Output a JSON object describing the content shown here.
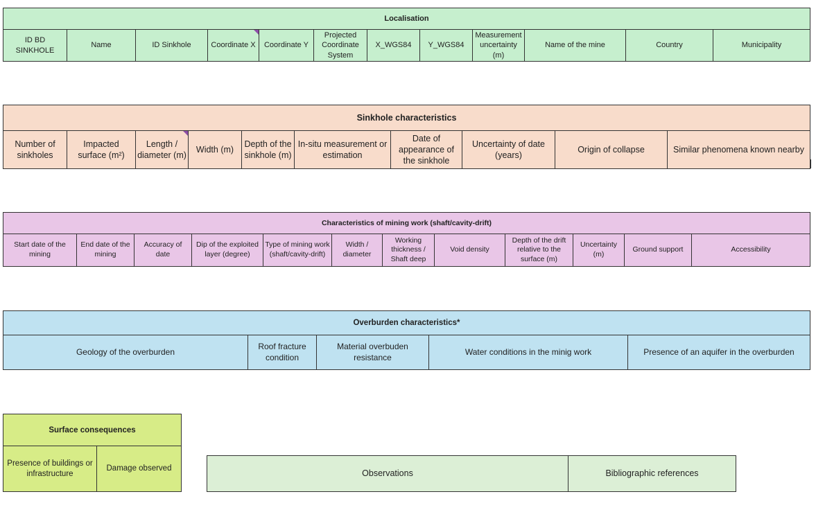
{
  "localisation": {
    "title": "Localisation",
    "columns": [
      "ID BD SINKHOLE",
      "Name",
      "ID Sinkhole",
      "Coordinate X",
      "Coordinate Y",
      "Projected Coordinate System",
      "X_WGS84",
      "Y_WGS84",
      "Measurement uncertainty (m)",
      "Name of the mine",
      "Country",
      "Municipality"
    ]
  },
  "sinkhole": {
    "title": "Sinkhole characteristics",
    "columns": [
      "Number of sinkholes",
      "Impacted surface (m²)",
      "Length / diameter (m)",
      "Width (m)",
      "Depth of the sinkhole (m)",
      "In-situ measurement or estimation",
      "Date of appearance of the sinkhole",
      "Uncertainty of date (years)",
      "Origin of collapse",
      "Similar phenomena known nearby"
    ]
  },
  "mining": {
    "title": "Characteristics of mining work (shaft/cavity-drift)",
    "columns": [
      "Start date of the mining",
      "End date of the mining",
      "Accuracy of date",
      "Dip of the exploited layer (degree)",
      "Type of mining work (shaft/cavity-drift)",
      "Width / diameter",
      "Working thickness / Shaft deep",
      "Void density",
      "Depth of the drift relative to the surface (m)",
      "Uncertainty (m)",
      "Ground support",
      "Accessibility"
    ]
  },
  "overburden": {
    "title": "Overburden characteristics*",
    "columns": [
      "Geology of the overburden",
      "Roof fracture condition",
      "Material overbuden resistance",
      "Water conditions in the minig work",
      "Presence of an aquifer in the overburden"
    ]
  },
  "surface": {
    "title": "Surface consequences",
    "columns": [
      "Presence of buildings or infrastructure",
      "Damage observed"
    ]
  },
  "notes": {
    "columns": [
      "Observations",
      "Bibliographic references"
    ]
  },
  "colors": {
    "localisation": "#c6efce",
    "sinkhole": "#f8dccb",
    "mining": "#e9c6e7",
    "overburden": "#bfe2f1",
    "surface": "#d7ec87",
    "notes": "#dcefd6",
    "comment_indicator": "#8e4fa8"
  }
}
